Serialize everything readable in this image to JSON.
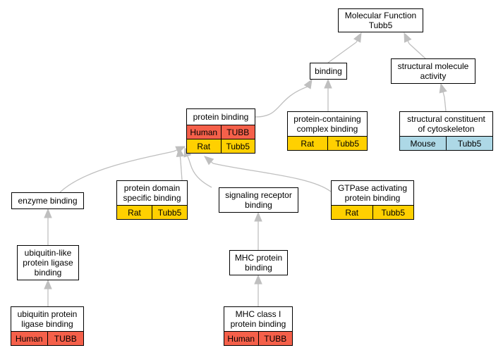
{
  "colors": {
    "human": "#f5604a",
    "rat": "#ffd000",
    "mouse": "#add8e6",
    "edge": "#bfbfbf"
  },
  "nodes": {
    "molecular_function": {
      "label": "Molecular Function\nTubb5",
      "annotations": []
    },
    "binding": {
      "label": "binding",
      "annotations": []
    },
    "structural_molecule_activity": {
      "label": "structural molecule\nactivity",
      "annotations": []
    },
    "protein_binding": {
      "label": "protein binding",
      "annotations": [
        {
          "species": "Human",
          "gene": "TUBB",
          "color": "human"
        },
        {
          "species": "Rat",
          "gene": "Tubb5",
          "color": "rat"
        }
      ]
    },
    "protein_containing_complex_binding": {
      "label": "protein-containing\ncomplex binding",
      "annotations": [
        {
          "species": "Rat",
          "gene": "Tubb5",
          "color": "rat"
        }
      ]
    },
    "structural_constituent_of_cytoskeleton": {
      "label": "structural constituent\nof cytoskeleton",
      "annotations": [
        {
          "species": "Mouse",
          "gene": "Tubb5",
          "color": "mouse"
        }
      ]
    },
    "enzyme_binding": {
      "label": "enzyme binding",
      "annotations": []
    },
    "protein_domain_specific_binding": {
      "label": "protein domain\nspecific binding",
      "annotations": [
        {
          "species": "Rat",
          "gene": "Tubb5",
          "color": "rat"
        }
      ]
    },
    "signaling_receptor_binding": {
      "label": "signaling receptor\nbinding",
      "annotations": []
    },
    "gtpase_activating_protein_binding": {
      "label": "GTPase activating\nprotein binding",
      "annotations": [
        {
          "species": "Rat",
          "gene": "Tubb5",
          "color": "rat"
        }
      ]
    },
    "ubiquitin_like_protein_ligase_binding": {
      "label": "ubiquitin-like\nprotein ligase\nbinding",
      "annotations": []
    },
    "mhc_protein_binding": {
      "label": "MHC protein\nbinding",
      "annotations": []
    },
    "ubiquitin_protein_ligase_binding": {
      "label": "ubiquitin protein\nligase binding",
      "annotations": [
        {
          "species": "Human",
          "gene": "TUBB",
          "color": "human"
        }
      ]
    },
    "mhc_class_i_protein_binding": {
      "label": "MHC class I\nprotein binding",
      "annotations": [
        {
          "species": "Human",
          "gene": "TUBB",
          "color": "human"
        }
      ]
    }
  },
  "edges": [
    {
      "from": "binding",
      "to": "molecular_function"
    },
    {
      "from": "structural_molecule_activity",
      "to": "molecular_function"
    },
    {
      "from": "protein_binding",
      "to": "binding"
    },
    {
      "from": "protein_containing_complex_binding",
      "to": "binding"
    },
    {
      "from": "structural_constituent_of_cytoskeleton",
      "to": "structural_molecule_activity"
    },
    {
      "from": "enzyme_binding",
      "to": "protein_binding"
    },
    {
      "from": "protein_domain_specific_binding",
      "to": "protein_binding"
    },
    {
      "from": "signaling_receptor_binding",
      "to": "protein_binding"
    },
    {
      "from": "gtpase_activating_protein_binding",
      "to": "protein_binding"
    },
    {
      "from": "ubiquitin_like_protein_ligase_binding",
      "to": "enzyme_binding"
    },
    {
      "from": "ubiquitin_protein_ligase_binding",
      "to": "ubiquitin_like_protein_ligase_binding"
    },
    {
      "from": "mhc_protein_binding",
      "to": "signaling_receptor_binding"
    },
    {
      "from": "mhc_class_i_protein_binding",
      "to": "mhc_protein_binding"
    }
  ]
}
